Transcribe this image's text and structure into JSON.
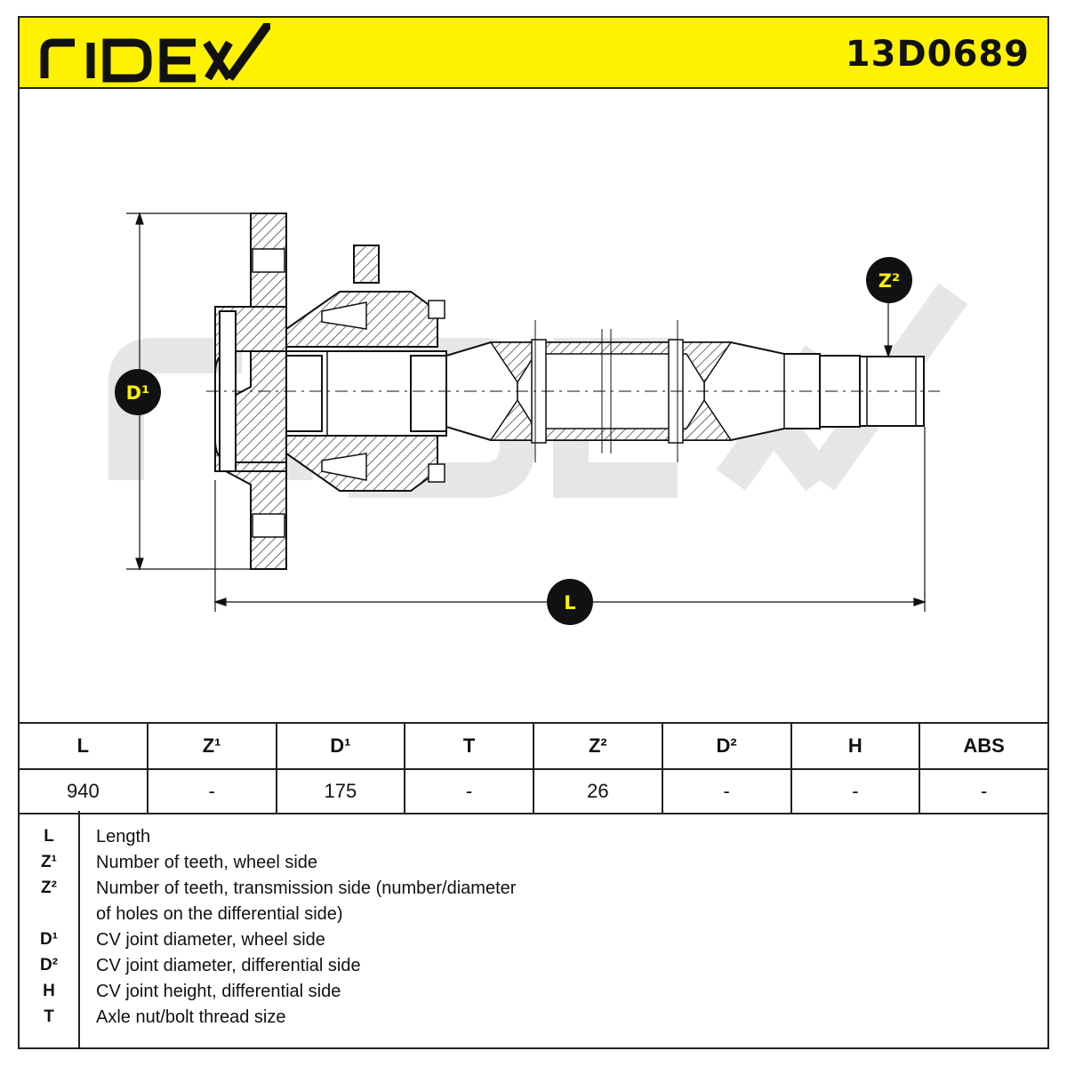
{
  "header": {
    "brand": "RIDEX",
    "part_number": "13D0689",
    "brand_color": "#fff200"
  },
  "drawing": {
    "watermark": "RIDEX",
    "callouts": {
      "d1": "D¹",
      "z2": "Z²",
      "l": "L"
    }
  },
  "table": {
    "headers": [
      "L",
      "Z¹",
      "D¹",
      "T",
      "Z²",
      "D²",
      "H",
      "ABS"
    ],
    "values": [
      "940",
      "-",
      "175",
      "-",
      "26",
      "-",
      "-",
      "-"
    ]
  },
  "legend": [
    {
      "key": "L",
      "text": "Length"
    },
    {
      "key": "Z¹",
      "text": "Number of teeth, wheel side"
    },
    {
      "key": "Z²",
      "text": "Number of teeth, transmission side (number/diameter"
    },
    {
      "key": "",
      "text": "of holes on the differential side)"
    },
    {
      "key": "D¹",
      "text": "CV joint diameter, wheel side"
    },
    {
      "key": "D²",
      "text": "CV joint diameter, differential side"
    },
    {
      "key": "H",
      "text": "CV joint height, differential side"
    },
    {
      "key": "T",
      "text": "Axle nut/bolt thread size"
    }
  ]
}
